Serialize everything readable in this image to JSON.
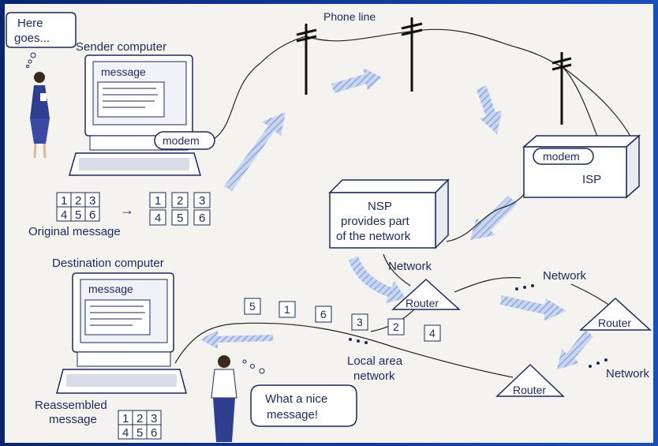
{
  "phone_line_label": "Phone line",
  "sender": {
    "speech": [
      "Here",
      "goes..."
    ],
    "title": "Sender computer",
    "screen_label": "message",
    "modem_label": "modem"
  },
  "isp": {
    "modem_label": "modem",
    "label": "ISP"
  },
  "nsp": {
    "lines": [
      "NSP",
      "provides part",
      "of the network"
    ]
  },
  "network_labels": [
    "Network",
    "Network",
    "Network"
  ],
  "router_label": "Router",
  "original_message": {
    "grid": [
      "1",
      "2",
      "3",
      "4",
      "5",
      "6"
    ],
    "split": [
      "1",
      "2",
      "3",
      "4",
      "5",
      "6"
    ],
    "arrow": "→",
    "caption": "Original message"
  },
  "destination": {
    "title": "Destination computer",
    "screen_label": "message",
    "reassembled_caption": [
      "Reassembled",
      "message"
    ],
    "grid": [
      "1",
      "2",
      "3",
      "4",
      "5",
      "6"
    ]
  },
  "packets": [
    "5",
    "1",
    "6",
    "3",
    "2",
    "4"
  ],
  "lan_label": [
    "Local area",
    "network"
  ],
  "receiver_speech": [
    "What a nice",
    "message!"
  ],
  "colors": {
    "frame": "#0b2a78",
    "paper": "#f4f3ef",
    "ink": "#1b2a5a",
    "accent": "#8ea6d8",
    "arrow_fill": "#b9c9ec"
  }
}
